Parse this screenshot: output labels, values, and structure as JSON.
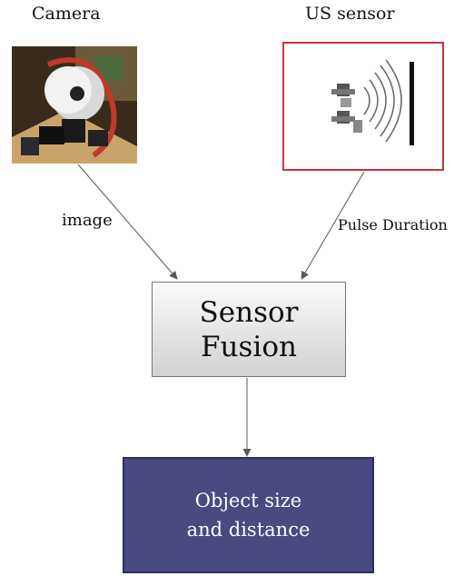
{
  "camera": {
    "title": "Camera"
  },
  "us_sensor": {
    "title": "US sensor"
  },
  "edges": {
    "image_label": "image",
    "pulse_label": "Pulse Duration"
  },
  "fusion": {
    "line1": "Sensor",
    "line2": "Fusion"
  },
  "result": {
    "line1": "Object size",
    "line2": "and distance"
  },
  "colors": {
    "result_fill": "#4a4a82",
    "us_border": "#c9373a",
    "arrow": "#555566"
  }
}
